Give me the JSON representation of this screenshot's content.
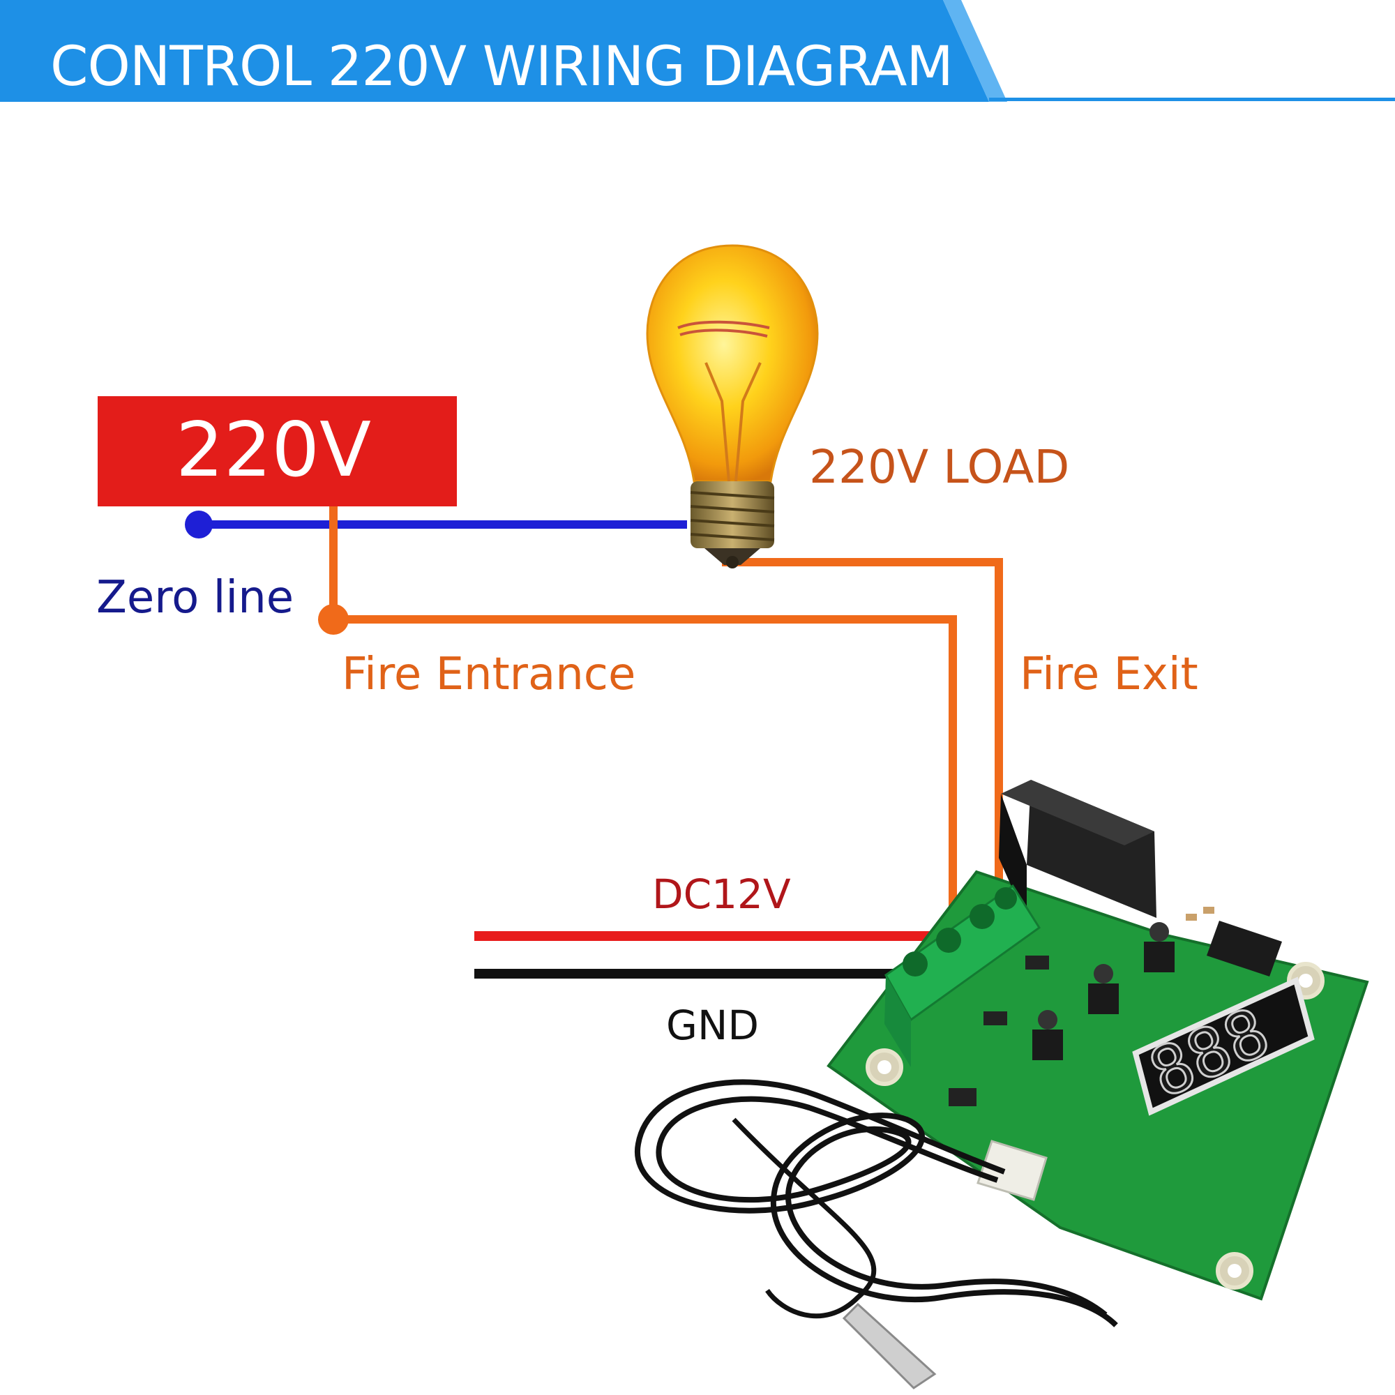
{
  "header": {
    "title": "CONTROL 220V WIRING DIAGRAM",
    "band_color": "#1e90e6"
  },
  "source": {
    "label": "220V",
    "box_color": "#e31d1a"
  },
  "load": {
    "label": "220V LOAD",
    "icon": "light-bulb-icon"
  },
  "wires": {
    "zero_line": {
      "label": "Zero line",
      "color": "#1e1fd6"
    },
    "fire_entrance": {
      "label": "Fire Entrance",
      "color": "#f06a1a"
    },
    "fire_exit": {
      "label": "Fire Exit",
      "color": "#f06a1a"
    },
    "dc12v": {
      "label": "DC12V",
      "color": "#e81c1c"
    },
    "gnd": {
      "label": "GND",
      "color": "#111111"
    }
  },
  "module": {
    "icon": "thermostat-module-icon",
    "display_digits": "888",
    "pcb_color": "#1f9a3c"
  },
  "probe": {
    "icon": "temperature-probe-icon"
  }
}
